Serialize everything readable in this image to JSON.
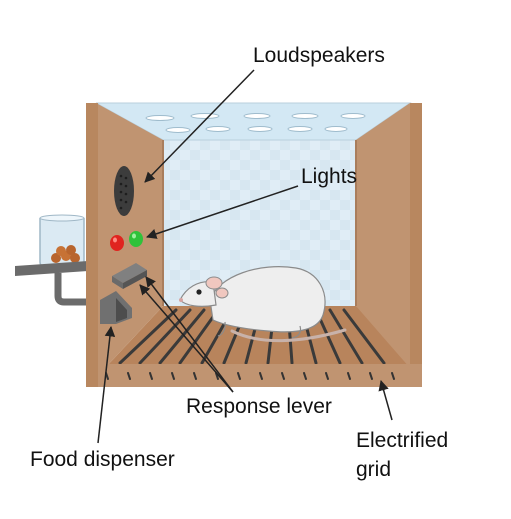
{
  "labels": {
    "loudspeakers": "Loudspeakers",
    "lights": "Lights",
    "response_lever": "Response lever",
    "food_dispenser": "Food dispenser",
    "electrified_grid_line1": "Electrified",
    "electrified_grid_line2": "grid"
  },
  "colors": {
    "wood": "#c09471",
    "wood_dark": "#a97d5c",
    "floor": "#b8845c",
    "glass": "#dcecf6",
    "light_red": "#e0241f",
    "light_green": "#2fc23a",
    "lever": "#707070",
    "rat": "#eeeeee"
  }
}
